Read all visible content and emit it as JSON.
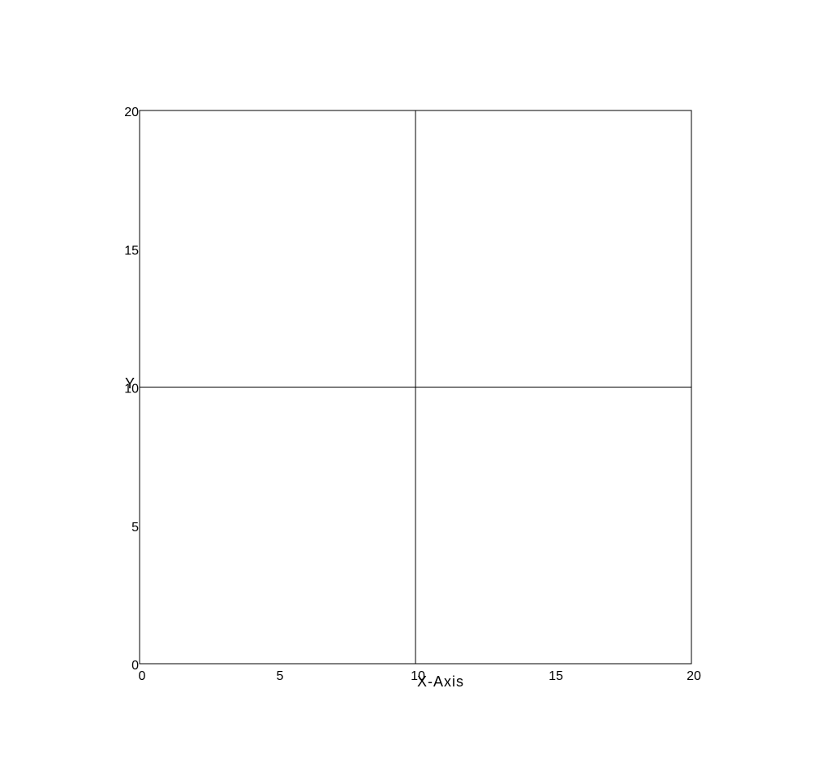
{
  "chart_data": {
    "type": "line",
    "title": "",
    "xlabel": "X-Axis",
    "ylabel": "Y",
    "xlim": [
      0,
      20
    ],
    "ylim": [
      0,
      20
    ],
    "x_ticks": [
      0,
      5,
      10,
      15,
      20
    ],
    "y_ticks": [
      0,
      5,
      10,
      15,
      20
    ],
    "x_tick_labels": [
      "0",
      "5",
      "10",
      "15",
      "20"
    ],
    "y_tick_labels": [
      "0",
      "5",
      "10",
      "15",
      "20"
    ],
    "grid": false,
    "reference_lines": {
      "vertical": [
        10
      ],
      "horizontal": [
        10
      ]
    },
    "series": [],
    "colors": {
      "lines": "#000000",
      "background": "#ffffff"
    }
  }
}
